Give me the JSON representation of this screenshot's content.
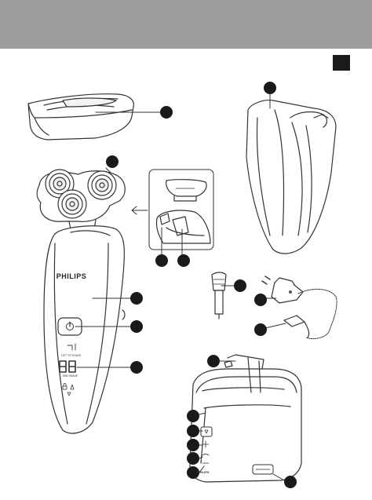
{
  "header": {
    "band_color": "#9d9d9d",
    "marker_color": "#1a1a1a"
  },
  "shaver": {
    "brand": "PHILIPS",
    "display_digits": "88",
    "caption_top": "LIFT TO SHAVE",
    "caption_bottom": "MIN SHAVE"
  },
  "stand": {
    "brand": "PHILIPS"
  },
  "icons": [
    "power-button-icon",
    "tap-icon",
    "lock-icon",
    "battery-icon",
    "cleaning-icon",
    "charging-icon"
  ]
}
